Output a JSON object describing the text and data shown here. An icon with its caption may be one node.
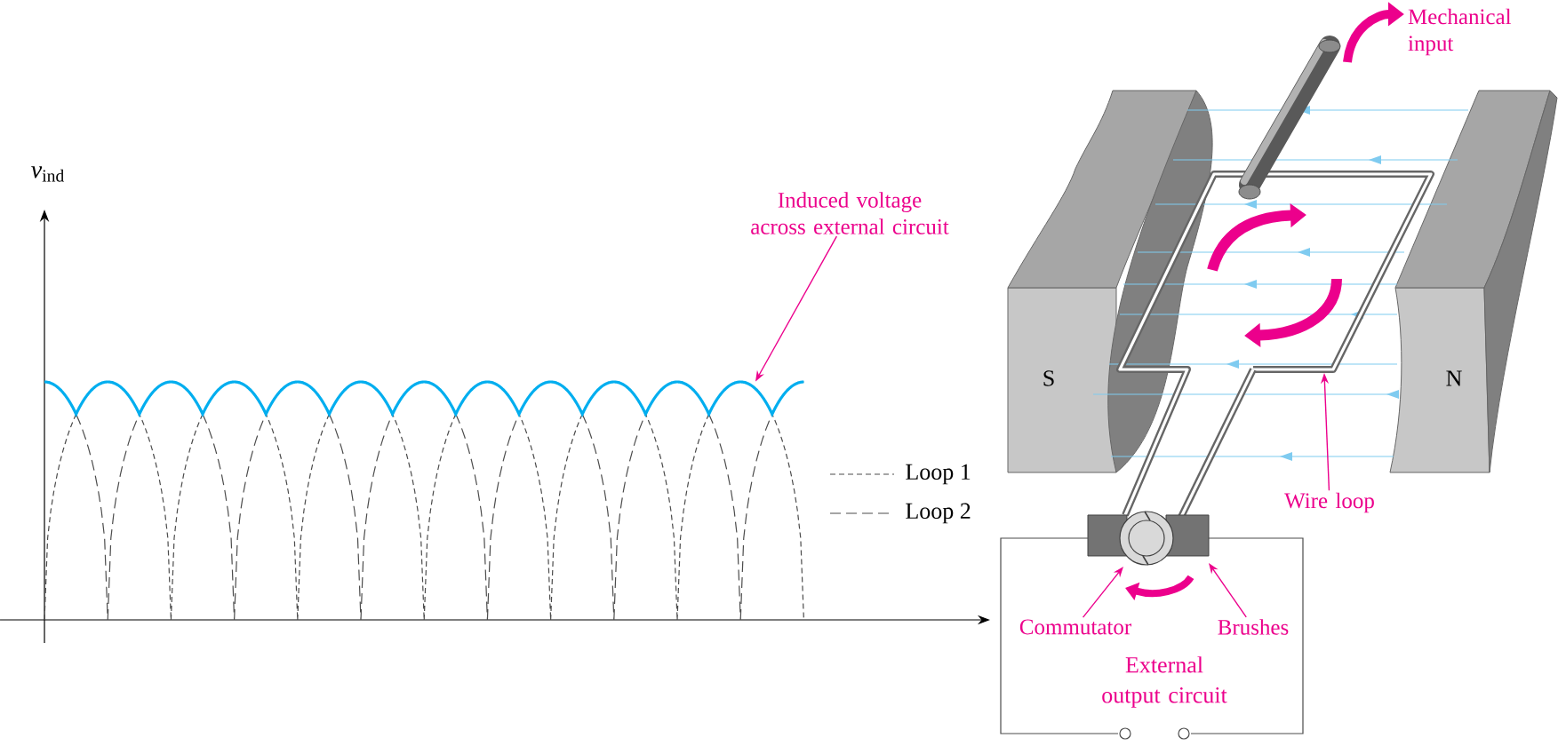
{
  "diagram": {
    "nodes": [
      {
        "text": [
          "Induced voltage across external circuit"
        ]
      },
      {
        "text": [
          "Mechanical input"
        ]
      },
      {
        "text": [
          "Wire loop"
        ]
      },
      {
        "text": [
          "Commutator"
        ]
      },
      {
        "text": [
          "Brushes"
        ]
      },
      {
        "text": [],
        "shape": "curve"
      }
    ],
    "edges": [
      {
        "from": 0,
        "to": 5,
        "arrow": "to"
      },
      {
        "from": 2,
        "to": null,
        "arrow": "to"
      },
      {
        "from": 3,
        "to": null,
        "arrow": "to"
      },
      {
        "from": 4,
        "to": null,
        "arrow": "to"
      }
    ],
    "labels": [
      "*v*$_{ind}$",
      "S",
      "N",
      "External output circuit"
    ],
    "legend": [
      {
        "text": "Loop 1"
      },
      {
        "text": "Loop 2"
      }
    ]
  }
}
